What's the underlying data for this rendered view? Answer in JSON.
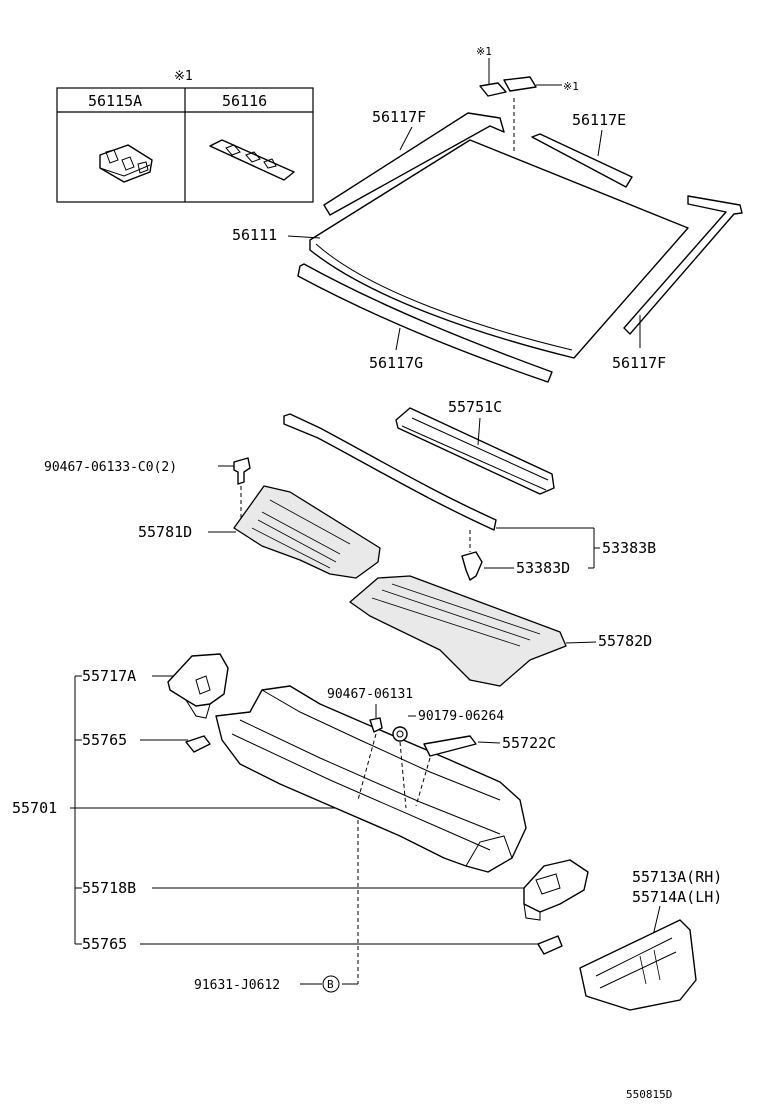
{
  "labels": {
    "note_mark_table": "※1",
    "note_mark_clip_top": "※1",
    "note_mark_clip_right": "※1",
    "table_col_a": "56115A",
    "table_col_b": "56116",
    "p56117F_top": "56117F",
    "p56117E": "56117E",
    "p56111": "56111",
    "p56117G": "56117G",
    "p56117F_right": "56117F",
    "p55751C": "55751C",
    "p90467_06133": "90467-06133-C0(2)",
    "p55781D": "55781D",
    "p53383B": "53383B",
    "p53383D": "53383D",
    "p55782D": "55782D",
    "p55717A": "55717A",
    "p90467_06131": "90467-06131",
    "p90179_06264": "90179-06264",
    "p55722C": "55722C",
    "p55765_a": "55765",
    "p55701": "55701",
    "p55718B": "55718B",
    "p55713A": "55713A(RH)",
    "p55714A": "55714A(LH)",
    "p55765_b": "55765",
    "p91631": "91631-J0612",
    "ref_b": "B",
    "diagram_code": "550815D"
  }
}
